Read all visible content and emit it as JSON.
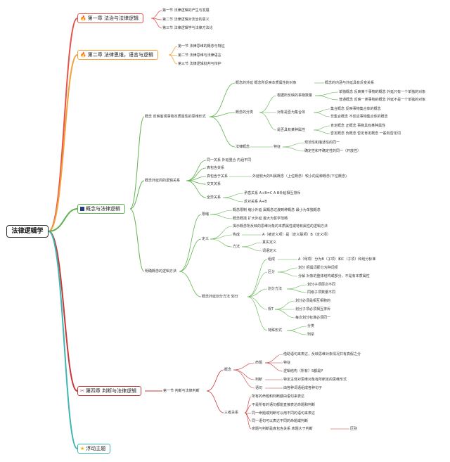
{
  "root": "法律逻辑学",
  "colors": {
    "red": "#e6534a",
    "orange": "#f3a23a",
    "green": "#5fb24f",
    "crimson": "#c83a3a",
    "teal": "#3fb6b2",
    "sub": "#a0a0a0"
  },
  "ch1": {
    "title": "第一章 法治与法律逻辑",
    "icon": "fire-icon",
    "items": [
      "第一节 法律逻辑的产生与发展",
      "第二节 法律逻辑对法治的意义",
      "第三节 法律逻辑学与法律方法论"
    ]
  },
  "ch2": {
    "title": "第二章 法律思维，语言与逻辑",
    "icon": "fire-icon",
    "items": [
      "第一节 法律思维的概念与特征",
      "第二节 法律思维与法律语言",
      "第三节 法律逻辑批判与辩护"
    ]
  },
  "ch3": {
    "title": "概念与法律逻辑",
    "icon": "square-icon",
    "b1": {
      "label": "概念 反映客观事物本质属性的思维形式",
      "a": {
        "label": "概念的外延 概念所反映本质属性的对象",
        "leaf": "概念的内涵与外延具有反变关系"
      },
      "b": {
        "label": "概念的分类",
        "g1": {
          "label": "根据所反映的事物数量",
          "items": [
            "单独概念 反映某个事物的概念 外延只有一个单独的对象",
            "普通概念 反映一类事物的概念 外延不是一个单独的对象"
          ]
        },
        "g2": {
          "label": "对象是否为集合体",
          "items": [
            "集合概念 反映事物集合体的概念",
            "非集合概念 不反应事物集合体的概念"
          ]
        },
        "g3": {
          "label": "是否具有某种属性",
          "items": [
            "肯定概念 正概念 事物具有某种属性",
            "否定概念 负概念 否定肯定概念 一般有否定词"
          ]
        }
      },
      "c": {
        "label": "法律概念",
        "mid": "特征",
        "items": [
          "规范性和描述性的同一",
          "确定性和不确定性的同一（开放性）"
        ]
      }
    },
    "b2": {
      "label": "概念外延间的逻辑关系",
      "items": [
        "同一关系 外延重合 内涵不同",
        "真包含关系",
        "真包含于关系",
        "交叉关系",
        "全异关系"
      ],
      "sub1": "外延较大的叫属概念（上位概念）较小的是种概念(下位概念)",
      "sub2": [
        "矛盾关系 A+B=C A B外延相互排斥",
        "反对关系 A+B"
      ]
    },
    "b3": {
      "label": "明确概念的逻辑方法",
      "c1": {
        "label": "限缩",
        "items": [
          "概念限制 缩小外延 属概念过渡到种概念 最小为单独概念",
          "概念概括 扩大外延 最大为哲学范畴"
        ]
      },
      "c2": {
        "label": "定义",
        "items": [
          "揭示概念所反映的思维对象的本质属性或特有属性的逻辑方法"
        ],
        "gou": "构成",
        "gou_leaf": "A（被定义项）是（定义联项）B（定义项）",
        "fa": "方法",
        "fa_items": [
          "真实定义",
          "词语定义"
        ]
      },
      "c3": {
        "label": "概念外延划分方法 划分",
        "gc": "组成",
        "gc_leaf": "A（母项）分为B（子项）和C（子项）和划分标准",
        "qf": "区分",
        "qf_items": [
          "划分 把属词那分为种词项",
          "分解 对象的整体结构或部分，不是有本质属性"
        ],
        "ff": "划分方法",
        "ff_items": [
          "划分子项层次不同",
          "同级子项数量不同"
        ],
        "gz": "规T",
        "gz_items": [
          "划分必须是相互相称的",
          "划分子项必须相互排斥",
          "每次划分标准必须同一"
        ],
        "ts": "特殊形式",
        "ts_items": [
          "分类",
          "列举"
        ]
      }
    }
  },
  "ch4": {
    "title": "第四章 判断与法律逻辑",
    "icon": "wrench-icon",
    "sec": "第一节 判断与法律判断",
    "concept": "概念",
    "mt": "命题",
    "mt_items": [
      "借助语句来表达，反映思维对象情况并有真假之分",
      "特征",
      "逻辑结构（所有）S都是P"
    ],
    "pd": "判断",
    "pd_leaf": "特定主体对思维对象有所断定的思维形式",
    "yj": "语句",
    "yj_leaf": "由各种词语组成各种句子",
    "sz": "三者关系",
    "sz_items": [
      "所有的命题和判断都由语句来表达",
      "不是所有的语句都能直接表达命题和判断",
      "同一命题或判断可以用不同的语句来表达",
      "同一语句可以表达不同的命题或判断",
      "命题与判断是真包含关系 命题大于判断"
    ],
    "qb": "区别"
  },
  "float": {
    "title": "浮动主题",
    "icon": "star-icon"
  }
}
